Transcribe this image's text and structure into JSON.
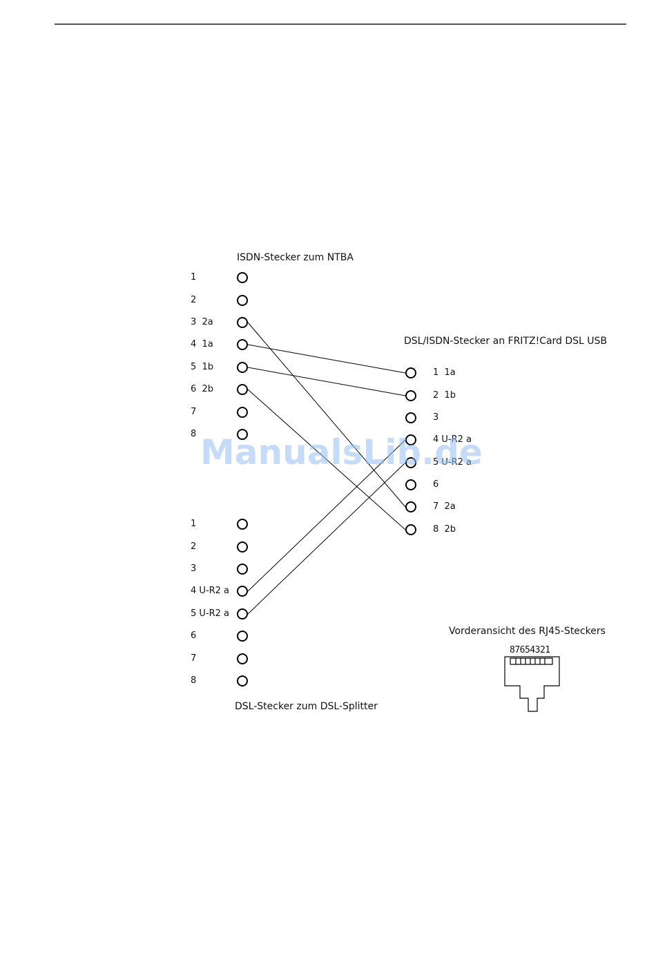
{
  "isdn": {
    "title": "ISDN-Stecker zum NTBA",
    "pins": [
      "1",
      "2",
      "3  2a",
      "4  1a",
      "5  1b",
      "6  2b",
      "7",
      "8"
    ]
  },
  "dsl_isdn": {
    "title": "DSL/ISDN-Stecker an FRITZ!Card DSL USB",
    "pins": [
      "1  1a",
      "2  1b",
      "3",
      "4 U-R2 a",
      "5 U-R2 a",
      "6",
      "7  2a",
      "8  2b"
    ]
  },
  "dsl": {
    "title": "DSL-Stecker zum DSL-Splitter",
    "pins": [
      "1",
      "2",
      "3",
      "4 U-R2 a",
      "5 U-R2 a",
      "6",
      "7",
      "8"
    ]
  },
  "rj45": {
    "title": "Vorderansicht des RJ45-Steckers",
    "digits": "87654321"
  },
  "watermark": "ManualsLib.de",
  "connections": [
    {
      "from": "isdn.3",
      "to": "dsl_isdn.7"
    },
    {
      "from": "isdn.4",
      "to": "dsl_isdn.1"
    },
    {
      "from": "isdn.5",
      "to": "dsl_isdn.2"
    },
    {
      "from": "isdn.6",
      "to": "dsl_isdn.8"
    },
    {
      "from": "dsl.4",
      "to": "dsl_isdn.4"
    },
    {
      "from": "dsl.5",
      "to": "dsl_isdn.5"
    }
  ]
}
